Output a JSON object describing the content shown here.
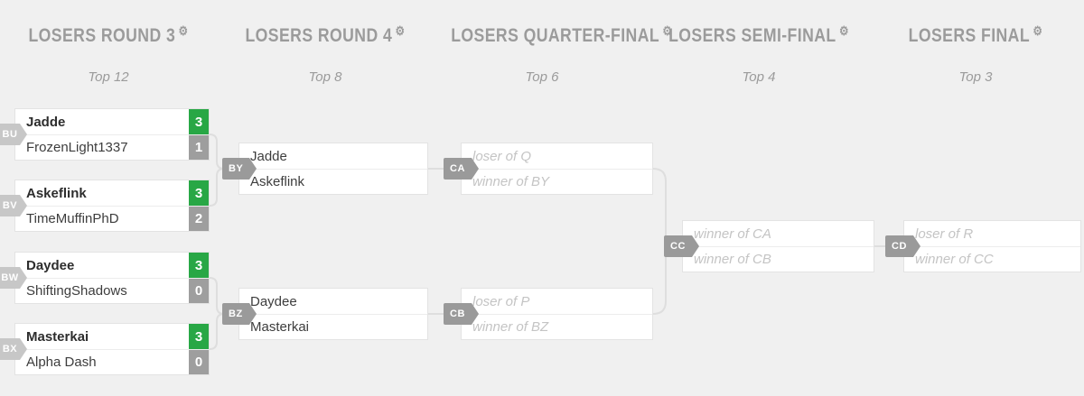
{
  "colors": {
    "background": "#f0f0f0",
    "winner_score_green": "#28a745",
    "loser_score_gray": "#9e9e9e",
    "header_gray": "#9b9b9b",
    "tag_pending_gray": "#9a9a9a",
    "tag_done_gray": "#c7c7c7"
  },
  "icons": {
    "gear": "⚙"
  },
  "rounds": [
    {
      "title": "LOSERS ROUND 3",
      "subtitle": "Top 12",
      "matches": [
        {
          "id": "BU",
          "players": [
            {
              "name": "Jadde",
              "score": "3"
            },
            {
              "name": "FrozenLight1337",
              "score": "1"
            }
          ]
        },
        {
          "id": "BV",
          "players": [
            {
              "name": "Askeflink",
              "score": "3"
            },
            {
              "name": "TimeMuffinPhD",
              "score": "2"
            }
          ]
        },
        {
          "id": "BW",
          "players": [
            {
              "name": "Daydee",
              "score": "3"
            },
            {
              "name": "ShiftingShadows",
              "score": "0"
            }
          ]
        },
        {
          "id": "BX",
          "players": [
            {
              "name": "Masterkai",
              "score": "3"
            },
            {
              "name": "Alpha Dash",
              "score": "0"
            }
          ]
        }
      ]
    },
    {
      "title": "LOSERS ROUND 4",
      "subtitle": "Top 8",
      "matches": [
        {
          "id": "BY",
          "players": [
            {
              "name": "Jadde"
            },
            {
              "name": "Askeflink"
            }
          ]
        },
        {
          "id": "BZ",
          "players": [
            {
              "name": "Daydee"
            },
            {
              "name": "Masterkai"
            }
          ]
        }
      ]
    },
    {
      "title": "LOSERS QUARTER-FINAL",
      "subtitle": "Top 6",
      "matches": [
        {
          "id": "CA",
          "players": [
            {
              "name": "loser of Q"
            },
            {
              "name": "winner of BY"
            }
          ]
        },
        {
          "id": "CB",
          "players": [
            {
              "name": "loser of P"
            },
            {
              "name": "winner of BZ"
            }
          ]
        }
      ]
    },
    {
      "title": "LOSERS SEMI-FINAL",
      "subtitle": "Top 4",
      "matches": [
        {
          "id": "CC",
          "players": [
            {
              "name": "winner of CA"
            },
            {
              "name": "winner of CB"
            }
          ]
        }
      ]
    },
    {
      "title": "LOSERS FINAL",
      "subtitle": "Top 3",
      "matches": [
        {
          "id": "CD",
          "players": [
            {
              "name": "loser of R"
            },
            {
              "name": "winner of CC"
            }
          ]
        }
      ]
    }
  ]
}
